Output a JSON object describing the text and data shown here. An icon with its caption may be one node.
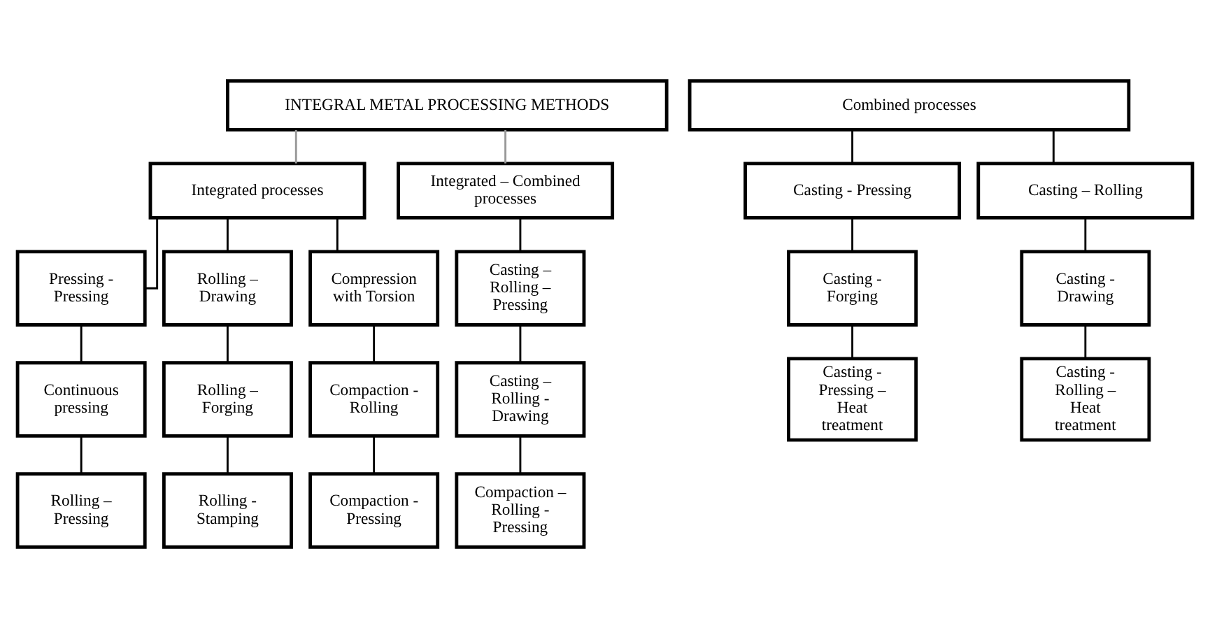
{
  "diagram": {
    "nodes": [
      {
        "text": [
          "INTEGRAL METAL PROCESSING METHODS"
        ]
      },
      {
        "text": [
          "Integrated processes"
        ]
      },
      {
        "text": [
          "Integrated – Combined processes"
        ]
      },
      {
        "text": [
          "Combined processes"
        ]
      },
      {
        "text": [
          "Pressing - Pressing"
        ]
      },
      {
        "text": [
          "Rolling – Drawing"
        ]
      },
      {
        "text": [
          "Compression with Torsion"
        ]
      },
      {
        "text": [
          "Casting – Rolling – Pressing"
        ]
      },
      {
        "text": [
          "Casting - Pressing"
        ]
      },
      {
        "text": [
          "Casting – Rolling"
        ]
      },
      {
        "text": [
          "Continuous pressing"
        ]
      },
      {
        "text": [
          "Rolling – Forging"
        ]
      },
      {
        "text": [
          "Compaction - Rolling"
        ]
      },
      {
        "text": [
          "Casting – Rolling - Drawing"
        ]
      },
      {
        "text": [
          "Casting - Forging"
        ]
      },
      {
        "text": [
          "Casting - Drawing"
        ]
      },
      {
        "text": [
          "Rolling – Pressing"
        ]
      },
      {
        "text": [
          "Rolling - Stamping"
        ]
      },
      {
        "text": [
          "Compaction - Pressing"
        ]
      },
      {
        "text": [
          "Compaction – Rolling - Pressing"
        ]
      },
      {
        "text": [
          "Casting - Pressing – Heat treatment"
        ]
      },
      {
        "text": [
          "Casting - Rolling – Heat treatment"
        ]
      }
    ],
    "edges": [
      {
        "from": 0,
        "to": 1,
        "arrow": "none",
        "color": "#999999"
      },
      {
        "from": 0,
        "to": 2,
        "arrow": "none",
        "color": "#999999"
      },
      {
        "from": 1,
        "to": 4,
        "arrow": "none"
      },
      {
        "from": 1,
        "to": 5,
        "arrow": "none"
      },
      {
        "from": 1,
        "to": 6,
        "arrow": "none"
      },
      {
        "from": 2,
        "to": 7,
        "arrow": "none"
      },
      {
        "from": 3,
        "to": 8,
        "arrow": "none"
      },
      {
        "from": 3,
        "to": 9,
        "arrow": "none"
      },
      {
        "from": 4,
        "to": 10,
        "arrow": "none"
      },
      {
        "from": 5,
        "to": 11,
        "arrow": "none"
      },
      {
        "from": 6,
        "to": 12,
        "arrow": "none"
      },
      {
        "from": 7,
        "to": 13,
        "arrow": "none"
      },
      {
        "from": 8,
        "to": 14,
        "arrow": "none"
      },
      {
        "from": 9,
        "to": 15,
        "arrow": "none"
      },
      {
        "from": 10,
        "to": 16,
        "arrow": "none"
      },
      {
        "from": 11,
        "to": 17,
        "arrow": "none"
      },
      {
        "from": 12,
        "to": 18,
        "arrow": "none"
      },
      {
        "from": 13,
        "to": 19,
        "arrow": "none"
      },
      {
        "from": 14,
        "to": 20,
        "arrow": "none"
      },
      {
        "from": 15,
        "to": 21,
        "arrow": "none"
      }
    ]
  }
}
